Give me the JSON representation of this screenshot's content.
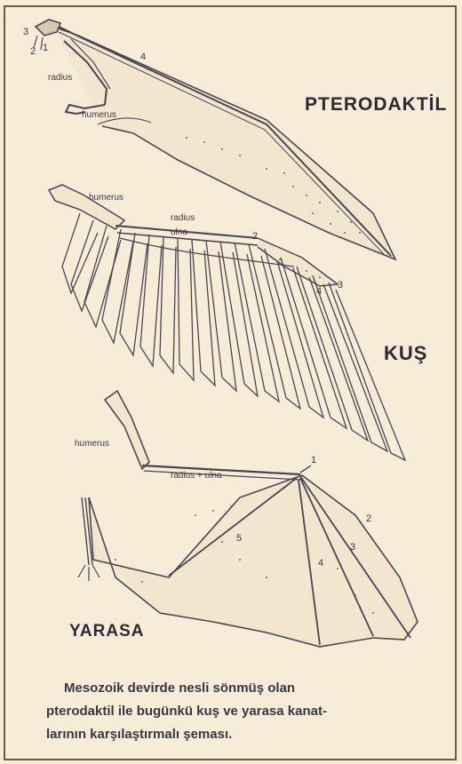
{
  "titles": {
    "pterodactyl": "PTERODAKTİL",
    "bird": "KUŞ",
    "bat": "YARASA"
  },
  "labels": {
    "ptero_radius": "radius",
    "ptero_humerus": "humerus",
    "bird_humerus": "humerus",
    "bird_radius": "radius",
    "bird_ulna": "ulna",
    "bat_humerus": "humerus",
    "bat_radius_ulna": "radius + ulna"
  },
  "digits": {
    "ptero_3": "3",
    "ptero_2": "2",
    "ptero_1": "1",
    "ptero_4": "4",
    "bird_2": "2",
    "bird_3": "3",
    "bird_4": "4",
    "bat_1": "1",
    "bat_2": "2",
    "bat_3": "3",
    "bat_4": "4",
    "bat_5": "5"
  },
  "caption": {
    "line1": "Mesozoik devirde  nesli sönmüş olan",
    "line2": "pterodaktil ile bugünkü kuş ve yarasa kanat-",
    "line3": "larının karşılaştırmalı şeması."
  }
}
